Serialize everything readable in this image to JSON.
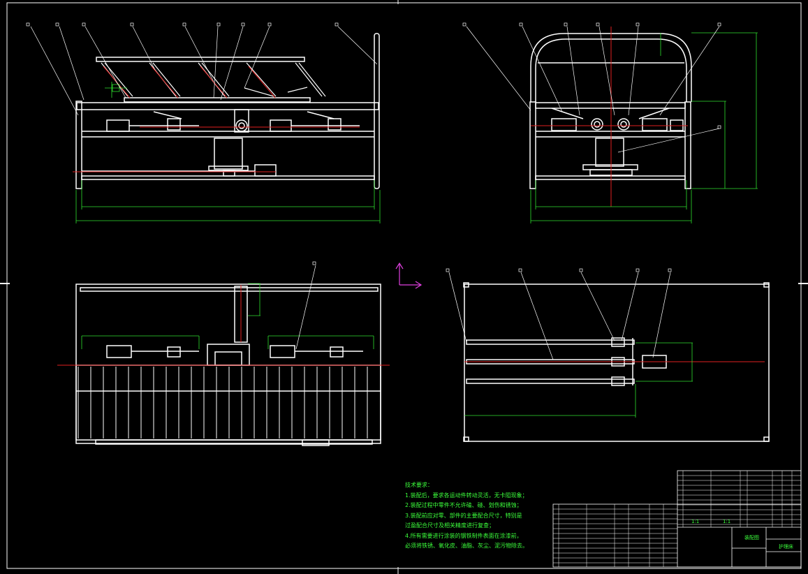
{
  "drawing": {
    "colors": {
      "background": "#000000",
      "outline": "#ffffff",
      "dimension": "#2fe02f",
      "centerline": "#e02020",
      "ucs_icon": "#e040e0"
    }
  },
  "tech_notes": {
    "heading": "技术要求：",
    "lines": [
      "1.装配后，要求各运动件转动灵活，无卡阻现象；",
      "2.装配过程中零件不允许磕、碰、划伤和锈蚀；",
      "3.装配前应对零、部件的主要配合尺寸，特别是",
      "过盈配合尺寸及相关精度进行复查；",
      "4.所有需要进行涂装的钢铁制件表面在涂漆前，",
      "必须将铁锈、氧化皮、油脂、灰尘、泥污物除去。"
    ]
  },
  "title_block": {
    "scale": "1:1",
    "sheet": "1:1",
    "drawing_title": "装配图",
    "label_right": "护理床"
  }
}
